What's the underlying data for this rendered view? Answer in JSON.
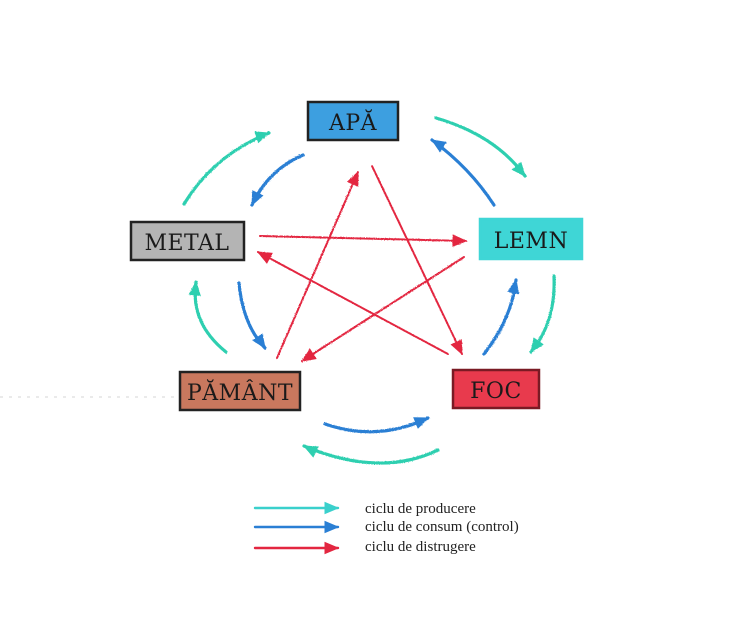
{
  "elements": {
    "apa": {
      "label": "APĂ",
      "fill": "#3d9fe0"
    },
    "lemn": {
      "label": "LEMN",
      "fill": "#3fd6d6"
    },
    "foc": {
      "label": "FOC",
      "fill": "#e83a4d"
    },
    "pamant": {
      "label": "PĂMÂNT",
      "fill": "#c9785e"
    },
    "metal": {
      "label": "METAL",
      "fill": "#b4b4b4"
    }
  },
  "colors": {
    "production": "#2ecfb0",
    "consumption": "#2a7fd4",
    "destruction": "#e32640",
    "border": "#222222"
  },
  "legend": [
    {
      "label": "ciclu de producere",
      "color": "#3ad0cc"
    },
    {
      "label": "ciclu de consum (control)",
      "color": "#2a7fd4"
    },
    {
      "label": "ciclu de distrugere",
      "color": "#e32640"
    }
  ]
}
